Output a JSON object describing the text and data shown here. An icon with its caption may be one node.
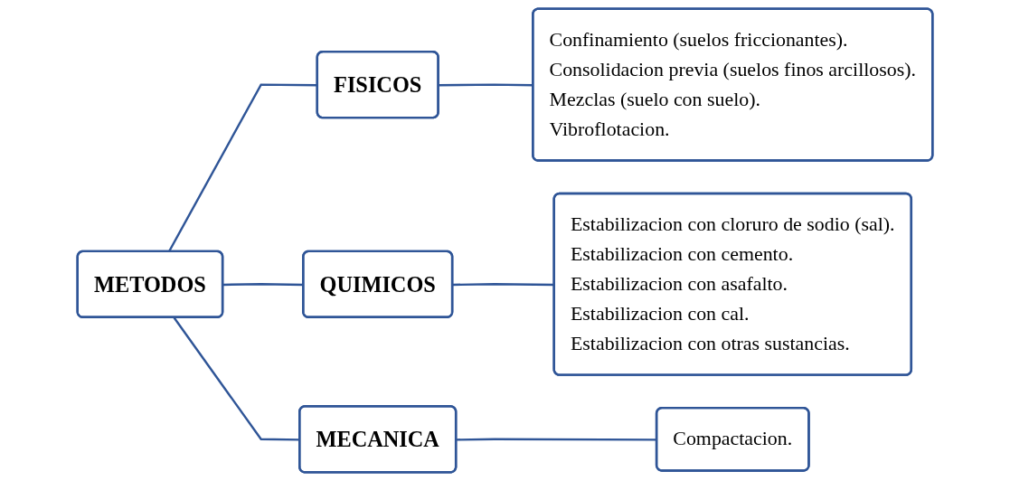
{
  "diagram": {
    "nodes": [
      {
        "text": [
          "METODOS"
        ]
      },
      {
        "text": [
          "FISICOS"
        ]
      },
      {
        "text": [
          "Confinamiento (suelos friccionantes).",
          "Consolidacion previa (suelos finos arcillosos).",
          "Mezclas (suelo con suelo).",
          "Vibroflotacion."
        ]
      },
      {
        "text": [
          "QUIMICOS"
        ]
      },
      {
        "text": [
          "Estabilizacion con cloruro de sodio (sal).",
          "Estabilizacion con cemento.",
          "Estabilizacion con asafalto.",
          "Estabilizacion con cal.",
          "Estabilizacion con otras sustancias."
        ]
      },
      {
        "text": [
          "MECANICA"
        ]
      },
      {
        "text": [
          "Compactacion."
        ]
      }
    ],
    "edges": [
      {
        "from": 0,
        "to": 1,
        "arrow": "none"
      },
      {
        "from": 1,
        "to": 2,
        "arrow": "none"
      },
      {
        "from": 0,
        "to": 3,
        "arrow": "none"
      },
      {
        "from": 3,
        "to": 4,
        "arrow": "none"
      },
      {
        "from": 0,
        "to": 5,
        "arrow": "none"
      },
      {
        "from": 5,
        "to": 6,
        "arrow": "none"
      }
    ]
  }
}
